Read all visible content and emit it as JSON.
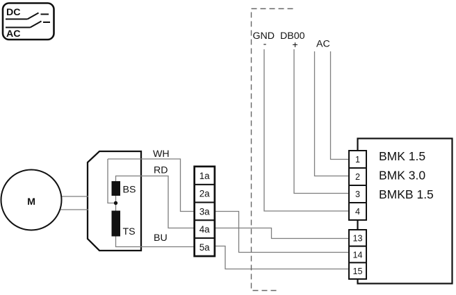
{
  "power_box": {
    "dc_label": "DC",
    "ac_label": "AC"
  },
  "motor": {
    "label": "M"
  },
  "connector": {
    "bs_label": "BS",
    "ts_label": "TS"
  },
  "wire_labels": {
    "wh": "WH",
    "rd": "RD",
    "bu": "BU"
  },
  "supply": {
    "gnd": "GND",
    "gnd_sign": "-",
    "db00": "DB00",
    "db00_sign": "+",
    "ac": "AC"
  },
  "terminal_strip": {
    "labels": [
      "1a",
      "2a",
      "3a",
      "4a",
      "5a"
    ]
  },
  "device": {
    "model_lines": [
      "BMK 1.5",
      "BMK 3.0",
      "BMKB 1.5"
    ],
    "terminals_upper": [
      "1",
      "2",
      "3",
      "4"
    ],
    "terminals_lower": [
      "13",
      "14",
      "15"
    ]
  },
  "colors": {
    "ink": "#111111",
    "wire": "#7d7d7d",
    "dash": "#666666",
    "bg": "#ffffff"
  }
}
